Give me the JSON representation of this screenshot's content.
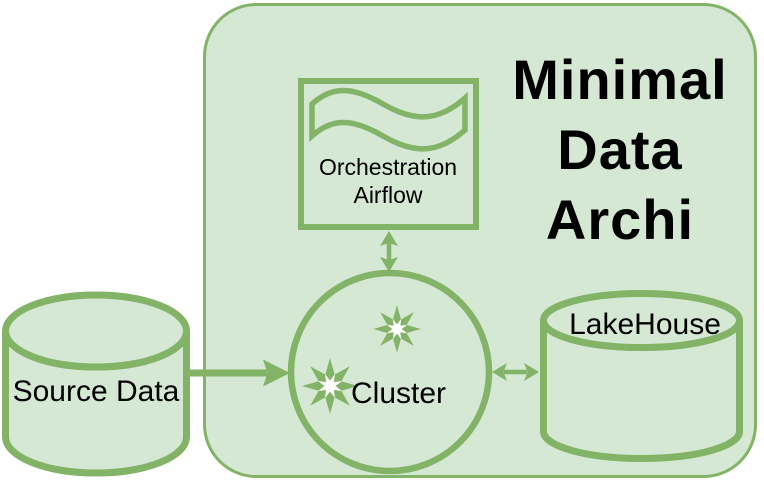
{
  "diagram": {
    "title": {
      "line1": "Minimal",
      "line2": "Data",
      "line3": "Archi"
    },
    "nodes": {
      "source": {
        "label": "Source Data",
        "shape": "cylinder"
      },
      "cluster": {
        "label": "Cluster",
        "shape": "circle",
        "icon": "spark-burst"
      },
      "lakehouse": {
        "label": "LakeHouse",
        "shape": "cylinder"
      },
      "orchestration": {
        "label_line1": "Orchestration",
        "label_line2": "Airflow",
        "shape": "square",
        "icon": "waves"
      }
    },
    "edges": [
      {
        "from": "Source Data",
        "to": "Cluster",
        "direction": "one-way"
      },
      {
        "from": "Cluster",
        "to": "Orchestration Airflow",
        "direction": "two-way"
      },
      {
        "from": "Cluster",
        "to": "LakeHouse",
        "direction": "two-way"
      }
    ],
    "colors": {
      "fill": "#d5e8d4",
      "stroke": "#82b366",
      "text": "#000000",
      "background": "#ffffff",
      "star_hole": "#ffffff"
    }
  }
}
